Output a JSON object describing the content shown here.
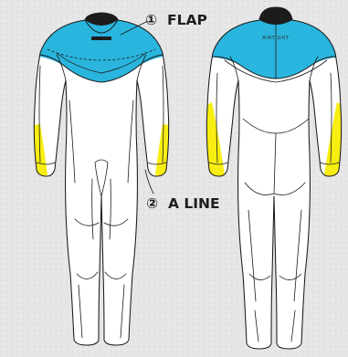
{
  "callouts": {
    "flap": {
      "number": "①",
      "text": "FLAP"
    },
    "a_line": {
      "number": "②",
      "text": "A LINE"
    }
  },
  "chest_print": "AIRTIGHT",
  "colors": {
    "background": "#e4e4e4",
    "panel_blue": "#29b5dd",
    "accent_yellow": "#f8ee12",
    "suit_white": "#ffffff",
    "collar_black": "#1c1c1c",
    "outline": "#1a1a1a"
  }
}
